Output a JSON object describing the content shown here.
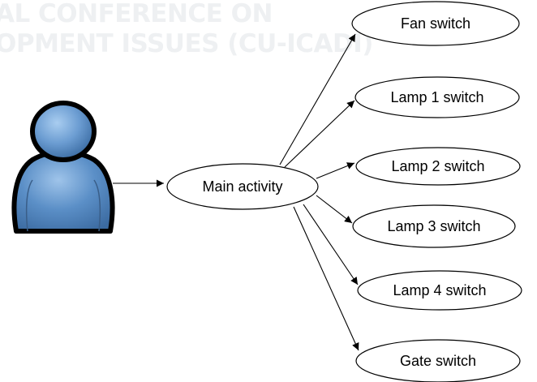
{
  "watermark": {
    "line1": "AL CONFERENCE ON",
    "line2": "OPMENT ISSUES (CU-ICADI)"
  },
  "actor": {
    "icon": "user-icon"
  },
  "center": {
    "label": "Main activity"
  },
  "targets": [
    {
      "id": "fan",
      "label": "Fan switch"
    },
    {
      "id": "lamp1",
      "label": "Lamp 1 switch"
    },
    {
      "id": "lamp2",
      "label": "Lamp 2 switch"
    },
    {
      "id": "lamp3",
      "label": "Lamp 3 switch"
    },
    {
      "id": "lamp4",
      "label": "Lamp 4 switch"
    },
    {
      "id": "gate",
      "label": "Gate switch"
    }
  ],
  "colors": {
    "actor_fill": "#5b8fc7",
    "actor_highlight": "#a9cdf0",
    "actor_outline": "#000000",
    "watermark": "#eef0f2"
  }
}
